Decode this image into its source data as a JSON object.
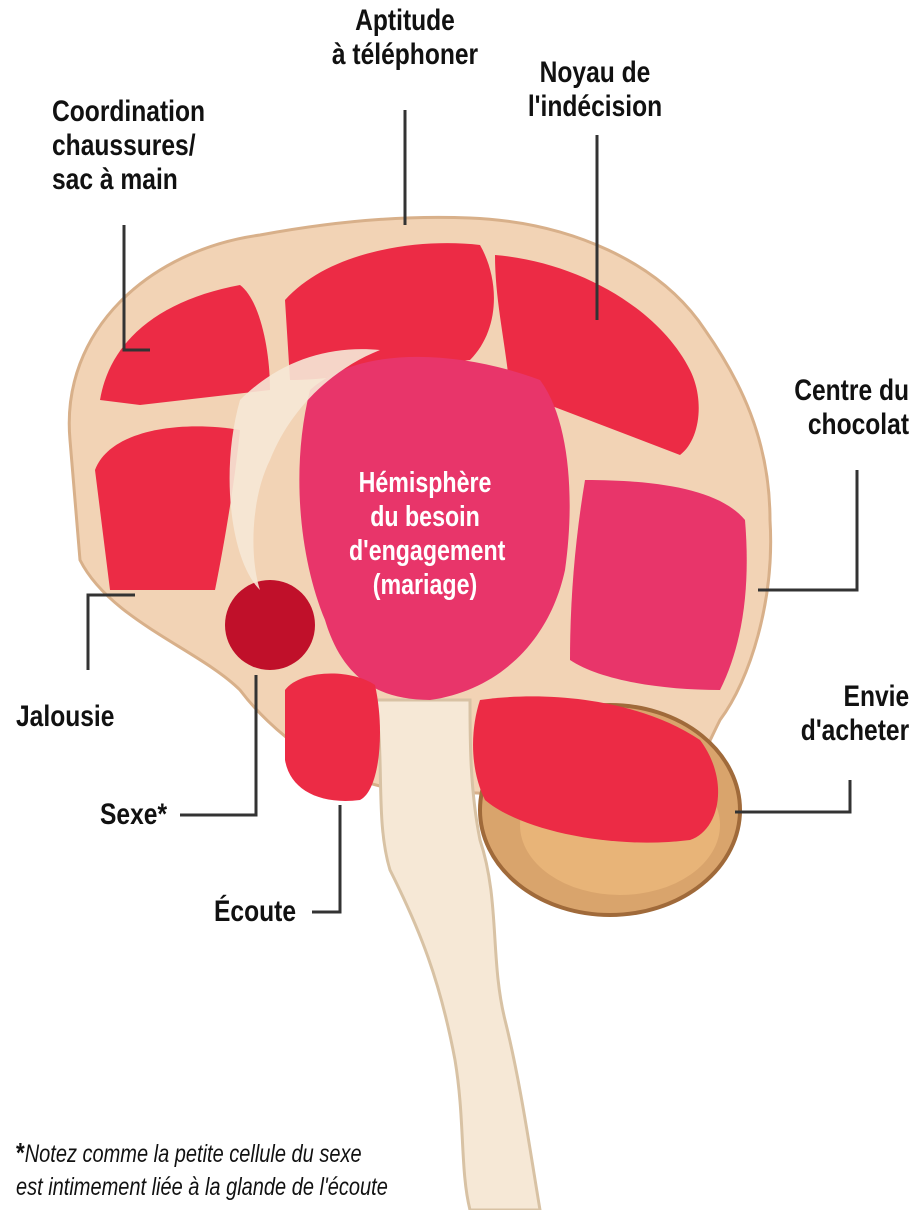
{
  "labels": {
    "aptitude": [
      "Aptitude",
      "à téléphoner"
    ],
    "noyau": [
      "Noyau de",
      "l'indécision"
    ],
    "coordination": [
      "Coordination",
      "chaussures/",
      "sac à main"
    ],
    "centre": [
      "Centre du",
      "chocolat"
    ],
    "jalousie": [
      "Jalousie"
    ],
    "envie": [
      "Envie",
      "d'acheter"
    ],
    "sexe": [
      "Sexe*"
    ],
    "ecoute": [
      "Écoute"
    ]
  },
  "center_label": [
    "Hémisphère",
    "du besoin",
    "d'engagement",
    "(mariage)"
  ],
  "footnote": {
    "star": "*",
    "line1": "Notez comme la petite cellule du sexe",
    "line2": "est intimement liée à la glande de l'écoute"
  },
  "colors": {
    "region_red": "#ec2b45",
    "region_pink": "#e8356a",
    "dark_red": "#c0102a",
    "brain_tissue": "#f2d3b5",
    "stem": "#f6e8d6",
    "cerebellum": "#d9a46c",
    "leader": "#333333"
  }
}
